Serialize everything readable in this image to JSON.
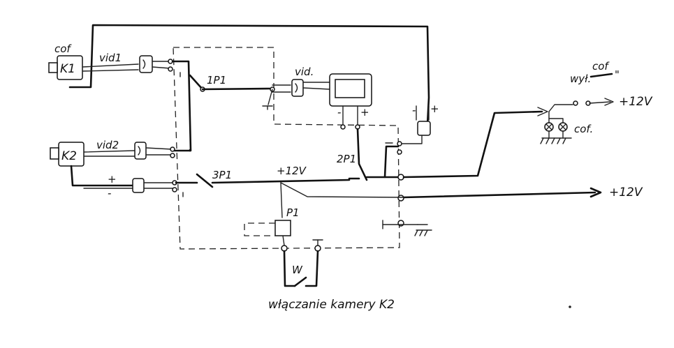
{
  "labels": {
    "camera1": "K1",
    "camera1_tag": "cof",
    "camera2": "K2",
    "video1": "vid1",
    "video2": "vid2",
    "video_out": "vid.",
    "switch1": "1P1",
    "switch2": "2P1",
    "switch3": "3P1",
    "relay": "P1",
    "supply_inner": "+12V",
    "supply_right_top": "+12V",
    "supply_right_mid": "+12V",
    "reverse_lamp": "cof.",
    "reverse_switch_a": "cof",
    "reverse_switch_b": "wył.",
    "reverse_switch_c": "\"",
    "switch_w": "W",
    "plus": "+",
    "minus": "-",
    "caption": "włączanie kamery K2"
  }
}
